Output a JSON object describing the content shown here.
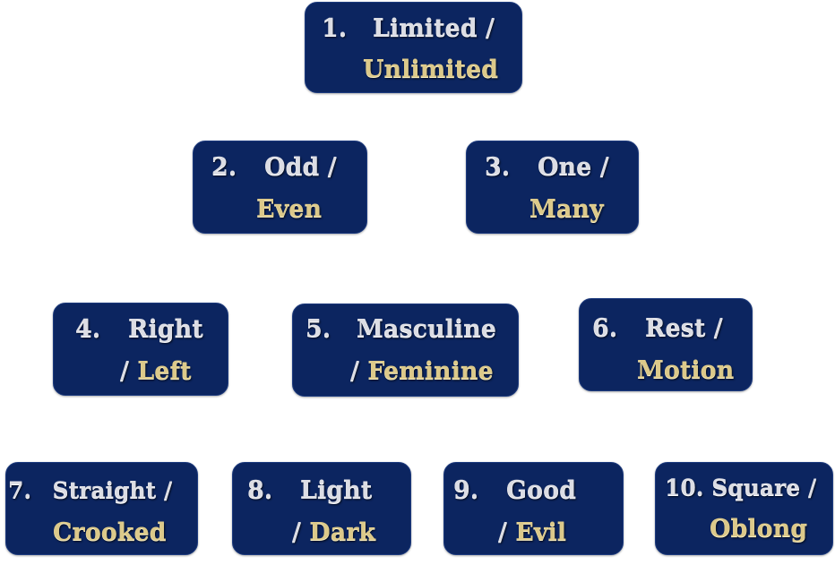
{
  "pairs": [
    {
      "number": "1.",
      "first": "Limited",
      "slash": "/",
      "second": "Unlimited"
    },
    {
      "number": "2.",
      "first": "Odd",
      "slash": "/",
      "second": "Even"
    },
    {
      "number": "3.",
      "first": "One",
      "slash": "/",
      "second": "Many"
    },
    {
      "number": "4.",
      "first": "Right",
      "slash": "/",
      "second": "Left"
    },
    {
      "number": "5.",
      "first": "Masculine",
      "slash": "/",
      "second": "Feminine"
    },
    {
      "number": "6.",
      "first": "Rest",
      "slash": "/",
      "second": "Motion"
    },
    {
      "number": "7.",
      "first": "Straight",
      "slash": "/",
      "second": "Crooked"
    },
    {
      "number": "8.",
      "first": "Light",
      "slash": "/",
      "second": "Dark"
    },
    {
      "number": "9.",
      "first": "Good",
      "slash": "/",
      "second": "Evil"
    },
    {
      "number": "10.",
      "first": "Square",
      "slash": "/",
      "second": "Oblong"
    }
  ],
  "colors": {
    "box_fill": "#0c2560",
    "first_term": "#dcdde4",
    "second_term": "#dcc98a"
  }
}
